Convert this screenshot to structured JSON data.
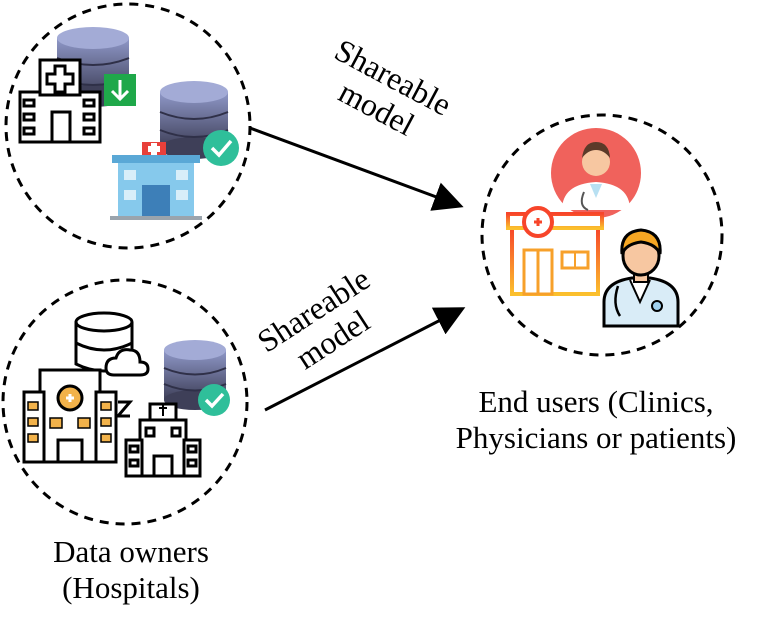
{
  "arrows": {
    "top": {
      "line1": "Shareable",
      "line2": "model"
    },
    "bottom": {
      "line1": "Shareable",
      "line2": "model"
    }
  },
  "captions": {
    "owners_line1": "Data owners",
    "owners_line2": "(Hospitals)",
    "users_line1": "End users (Clinics,",
    "users_line2": "Physicians or patients)"
  },
  "icons": {
    "database_top": "#8f98c8",
    "database_bottom": "#3e3f58",
    "check_badge": "#2fbf9a",
    "download_badge": "#1fa84a",
    "medical_red": "#e8403a",
    "hospital_blue": "#86c9ec",
    "pharmacy_orange": "#f7a02a",
    "physician_circle": "#f0625c"
  }
}
